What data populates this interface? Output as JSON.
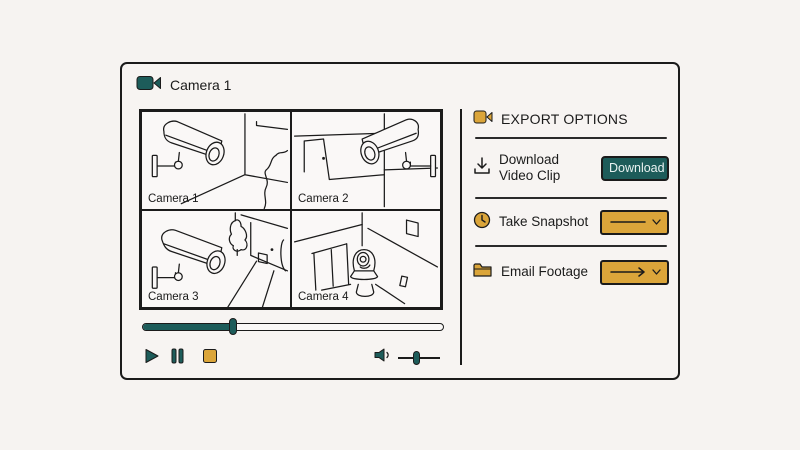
{
  "window": {
    "title": "Camera 1",
    "title_icon": "video-camera-icon"
  },
  "colors": {
    "accent_teal": "#1d5c5a",
    "accent_gold": "#dba53a",
    "ink": "#1b1b1b",
    "background": "#f6f3f1"
  },
  "cameras": [
    {
      "label": "Camera 1",
      "scene": "bullet-camera-left-room-corner"
    },
    {
      "label": "Camera 2",
      "scene": "bullet-camera-right-door"
    },
    {
      "label": "Camera 3",
      "scene": "bullet-camera-left-hallway"
    },
    {
      "label": "Camera 4",
      "scene": "dome-camera-room"
    }
  ],
  "player": {
    "seek_percent": 30,
    "volume_percent": 45,
    "controls": [
      "play-icon",
      "pause-icon",
      "stop-icon"
    ],
    "volume_icon": "speaker-icon"
  },
  "export": {
    "header": "EXPORT OPTIONS",
    "header_icon": "video-camera-icon",
    "items": [
      {
        "label_line1": "Download",
        "label_line2": "Video Clip",
        "icon": "download-icon",
        "action": "Download"
      },
      {
        "label": "Take Snapshot",
        "icon": "clock-icon",
        "dropdown_value": "—"
      },
      {
        "label": "Email Footage",
        "icon": "folder-icon",
        "dropdown_value": "→"
      }
    ]
  }
}
